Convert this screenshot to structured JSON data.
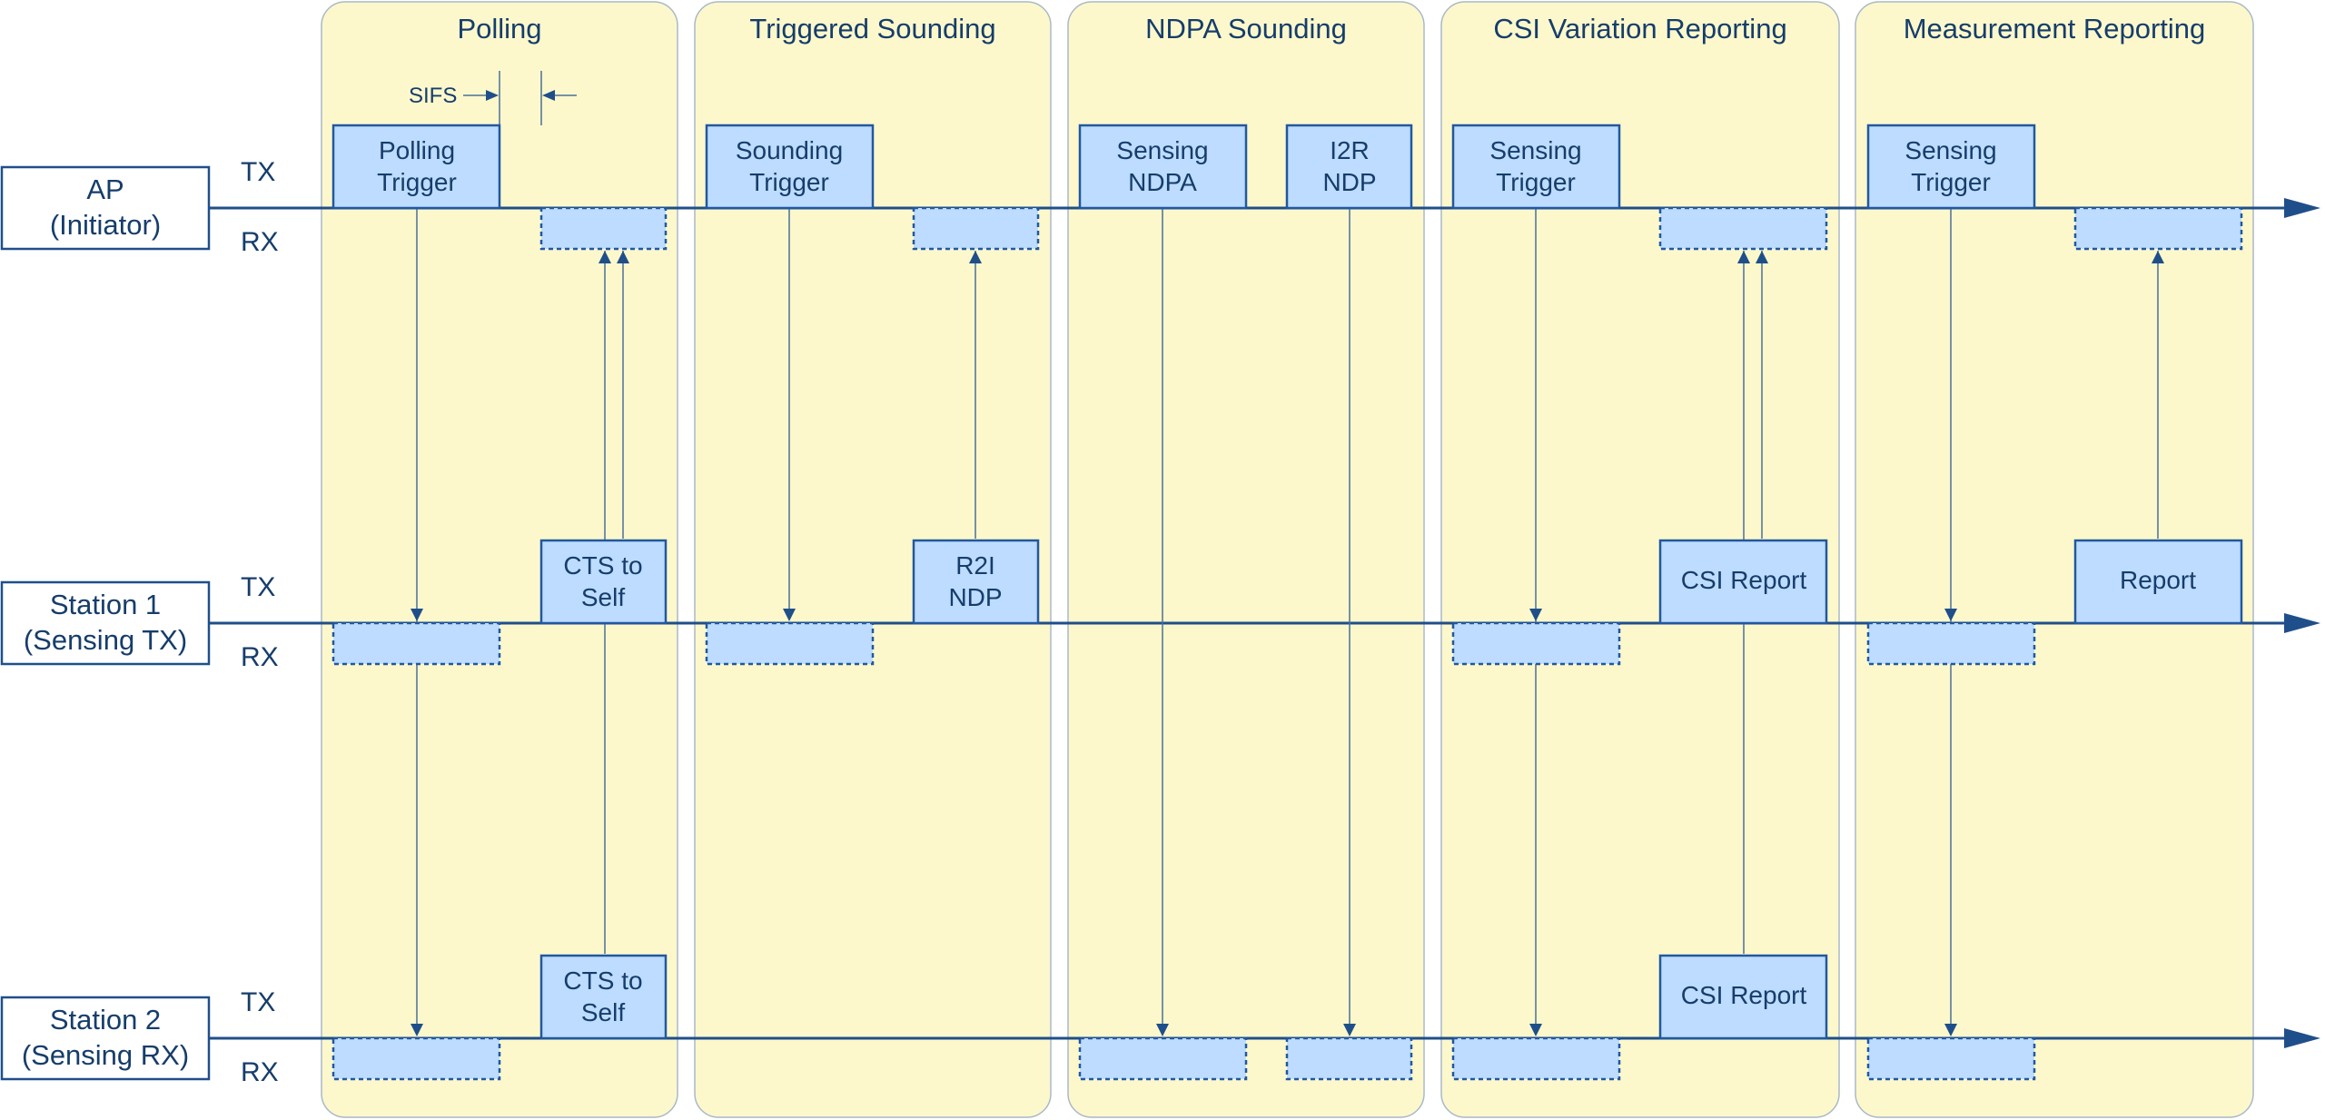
{
  "phases": [
    {
      "title": "Polling"
    },
    {
      "title": "Triggered Sounding"
    },
    {
      "title": "NDPA Sounding"
    },
    {
      "title": "CSI Variation Reporting"
    },
    {
      "title": "Measurement Reporting"
    }
  ],
  "stations": [
    {
      "lines": [
        "AP",
        "(Initiator)"
      ]
    },
    {
      "lines": [
        "Station 1",
        "(Sensing TX)"
      ]
    },
    {
      "lines": [
        "Station 2",
        "(Sensing RX)"
      ]
    }
  ],
  "tx_label": "TX",
  "rx_label": "RX",
  "sifs_label": "SIFS",
  "frames": {
    "polling_trigger": [
      "Polling",
      "Trigger"
    ],
    "cts_to_self": [
      "CTS to",
      "Self"
    ],
    "sounding_trigger": [
      "Sounding",
      "Trigger"
    ],
    "r2i_ndp": [
      "R2I",
      "NDP"
    ],
    "sensing_ndpa": [
      "Sensing",
      "NDPA"
    ],
    "i2r_ndp": [
      "I2R",
      "NDP"
    ],
    "sensing_trigger": [
      "Sensing",
      "Trigger"
    ],
    "csi_report": [
      "CSI Report"
    ],
    "report": [
      "Report"
    ]
  },
  "colors": {
    "phase_fill": "#fcf8cc",
    "frame_fill": "#bddcff",
    "line": "#1f4f8a",
    "text": "#163d6b"
  }
}
